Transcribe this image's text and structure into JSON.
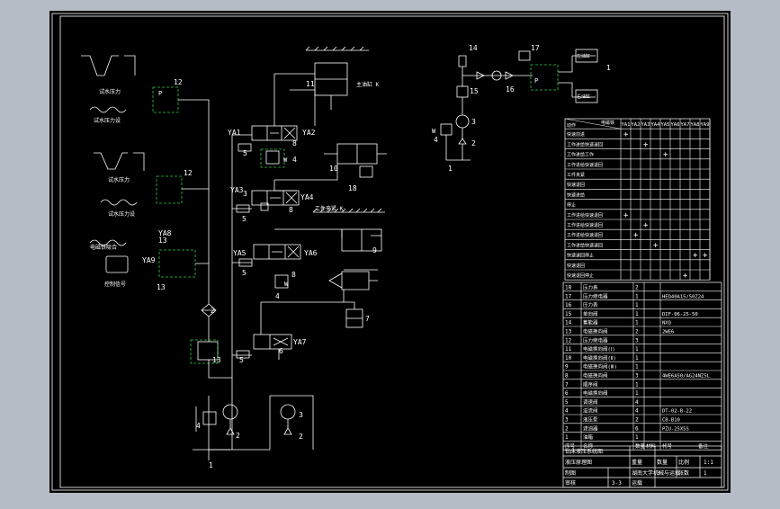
{
  "colors": {
    "viewport": "#b6bcc5",
    "sheet": "#000000",
    "line": "#ffffff",
    "accent": "#2ecc40"
  },
  "circuit": {
    "valve_labels": [
      "YA1",
      "YA2",
      "YA3",
      "YA4",
      "YA5",
      "YA6",
      "YA7",
      "YA8",
      "YA9"
    ],
    "numbers": [
      "12",
      "12",
      "13",
      "13",
      "2",
      "11",
      "8",
      "4",
      "5",
      "10",
      "18",
      "3",
      "8",
      "5",
      "9",
      "5",
      "4",
      "7",
      "6",
      "13",
      "2",
      "3",
      "2",
      "4",
      "1",
      "5",
      "1",
      "8",
      "3",
      "2",
      "4",
      "1",
      "14",
      "15",
      "16",
      "17"
    ],
    "cylinder_notes": [
      "主油缸 K",
      "工件夹紧 K"
    ],
    "switch_notes": [
      "试水压力",
      "试水压力设",
      "试水压力",
      "试水压力设",
      "电磁铁吸合",
      "控制信号",
      "左油缸",
      "右油缸"
    ],
    "circuit_letters": [
      "W",
      "W",
      "W",
      "P",
      "P"
    ]
  },
  "action_table": {
    "header_left": "动作",
    "header_right": "电磁铁",
    "columns": [
      "YA1",
      "YA2",
      "YA3",
      "YA4",
      "YA5",
      "YA6",
      "YA7",
      "YA8",
      "YA9"
    ],
    "rows": [
      {
        "label": "快速前进",
        "marks": [
          true,
          false,
          false,
          false,
          false,
          false,
          false,
          false,
          false
        ]
      },
      {
        "label": "工作进给快速退回",
        "marks": [
          false,
          false,
          true,
          false,
          false,
          false,
          false,
          false,
          false
        ]
      },
      {
        "label": "工作进给工作",
        "marks": [
          false,
          false,
          false,
          false,
          true,
          false,
          false,
          false,
          false
        ]
      },
      {
        "label": "工作进给快速退回",
        "marks": [
          false,
          false,
          false,
          false,
          false,
          false,
          false,
          false,
          false
        ]
      },
      {
        "label": "工件夹紧",
        "marks": [
          false,
          false,
          false,
          false,
          false,
          false,
          false,
          false,
          false
        ]
      },
      {
        "label": "快速退回",
        "marks": [
          false,
          false,
          false,
          false,
          false,
          false,
          false,
          false,
          false
        ]
      },
      {
        "label": "快速进给",
        "marks": [
          false,
          false,
          false,
          false,
          false,
          false,
          false,
          false,
          false
        ]
      },
      {
        "label": "停止",
        "marks": [
          false,
          false,
          false,
          false,
          false,
          false,
          false,
          false,
          false
        ]
      },
      {
        "label": "工作进给快速退回",
        "marks": [
          true,
          false,
          false,
          false,
          false,
          false,
          false,
          false,
          false
        ]
      },
      {
        "label": "工作进给快速退回",
        "marks": [
          false,
          false,
          true,
          false,
          false,
          false,
          false,
          false,
          false
        ]
      },
      {
        "label": "工作进给快速退回",
        "marks": [
          false,
          true,
          false,
          false,
          false,
          false,
          false,
          false,
          false
        ]
      },
      {
        "label": "工作进给快速退回",
        "marks": [
          false,
          false,
          false,
          true,
          false,
          false,
          false,
          false,
          false
        ]
      },
      {
        "label": "快速退回停止",
        "marks": [
          false,
          false,
          false,
          false,
          false,
          false,
          false,
          true,
          true
        ]
      },
      {
        "label": "快速退回",
        "marks": [
          false,
          false,
          false,
          false,
          false,
          false,
          false,
          false,
          false
        ]
      },
      {
        "label": "快速退回停止",
        "marks": [
          false,
          false,
          false,
          false,
          false,
          false,
          true,
          false,
          false
        ]
      }
    ]
  },
  "parts_list": {
    "rows": [
      {
        "no": "18",
        "name": "压力表",
        "qty": "2",
        "spec": ""
      },
      {
        "no": "17",
        "name": "压力继电器",
        "qty": "1",
        "spec": "HED40A15/50Z24"
      },
      {
        "no": "16",
        "name": "压力表",
        "qty": "1",
        "spec": ""
      },
      {
        "no": "15",
        "name": "单向阀",
        "qty": "1",
        "spec": "DIF-06-25-50"
      },
      {
        "no": "14",
        "name": "蓄能器",
        "qty": "1",
        "spec": "NXQ"
      },
      {
        "no": "13",
        "name": "电磁换向阀",
        "qty": "2",
        "spec": "2WE6"
      },
      {
        "no": "12",
        "name": "压力继电器",
        "qty": "3",
        "spec": ""
      },
      {
        "no": "11",
        "name": "电磁换向阀(Ⅰ)",
        "qty": "1",
        "spec": ""
      },
      {
        "no": "10",
        "name": "电磁换向阀(Ⅱ)",
        "qty": "1",
        "spec": ""
      },
      {
        "no": "9",
        "name": "电磁换向阀(Ⅲ)",
        "qty": "1",
        "spec": ""
      },
      {
        "no": "8",
        "name": "电磁换向阀",
        "qty": "3",
        "spec": "4WE6A50/AG24NZ5L"
      },
      {
        "no": "7",
        "name": "顺序阀",
        "qty": "1",
        "spec": ""
      },
      {
        "no": "6",
        "name": "电磁换向阀",
        "qty": "1",
        "spec": ""
      },
      {
        "no": "5",
        "name": "调速阀",
        "qty": "4",
        "spec": ""
      },
      {
        "no": "4",
        "name": "溢流阀",
        "qty": "4",
        "spec": "DT-02-B-22"
      },
      {
        "no": "3",
        "name": "液压泵",
        "qty": "2",
        "spec": "CB-B10"
      },
      {
        "no": "2",
        "name": "滤油器",
        "qty": "6",
        "spec": "PZU-25X5S"
      },
      {
        "no": "1",
        "name": "油箱",
        "qty": "1",
        "spec": ""
      }
    ],
    "header": [
      "序号",
      "名称",
      "数量",
      "材料",
      "代号",
      "备注"
    ]
  },
  "title_block": {
    "title_line1": "钻床液压系统图",
    "title_line2": "液压原理图",
    "scale_label": "比例",
    "scale_value": "1:1",
    "sheet_label": "张数",
    "sheet_value": "1",
    "sheet_total": "3",
    "drawn_label": "制图",
    "check_label": "审核",
    "school": "湖南大学机械与运载",
    "class": "运载",
    "sheet_num": "3-3",
    "weight_label": "重量",
    "qty_label": "数量"
  }
}
